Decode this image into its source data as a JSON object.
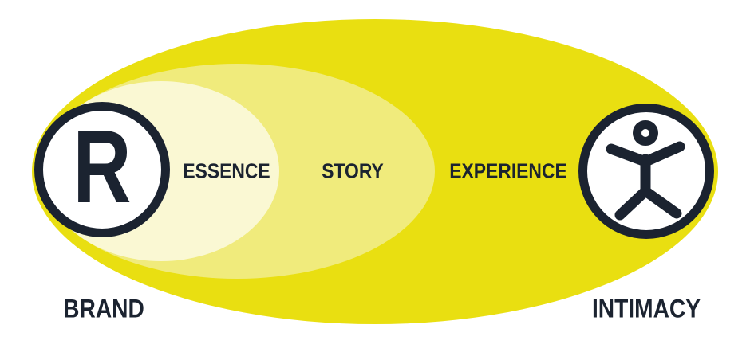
{
  "diagram": {
    "title_implied": "Brand to Intimacy diagram",
    "labels": {
      "essence": "ESSENCE",
      "story": "STORY",
      "experience": "EXPERIENCE",
      "brand": "BRAND",
      "intimacy": "INTIMACY"
    },
    "brand_symbol": "R",
    "icons": {
      "left": "registered-trademark-icon",
      "right": "person-icon"
    },
    "colors": {
      "outer_ellipse": "#E9DF11",
      "middle_ellipse": "#F0EB7C",
      "inner_ellipse": "#FAF8D3",
      "dark": "#1B2330",
      "circle_fill": "#FFFFFF"
    }
  }
}
